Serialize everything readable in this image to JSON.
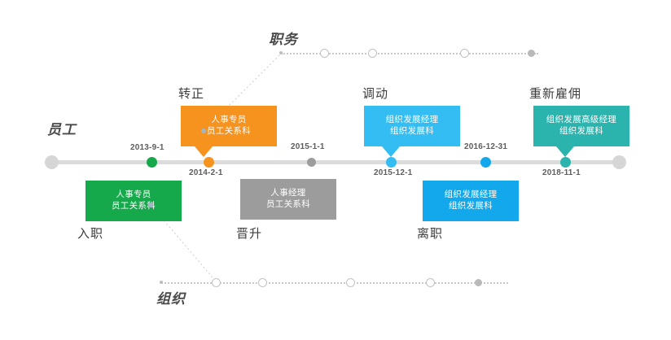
{
  "diagram": {
    "title": "Employee career timeline",
    "background": "#ffffff"
  },
  "axes": [
    {
      "key": "position",
      "label": "职务",
      "node_count": 4
    },
    {
      "key": "organization",
      "label": "组织",
      "node_count": 4
    }
  ],
  "main_axis": {
    "label": "员工"
  },
  "colors": {
    "green": "#16A94B",
    "orange": "#F6921E",
    "gray": "#9C9C9C",
    "light_blue": "#33BDF2",
    "blue": "#12A8EB",
    "teal": "#2BB3AD",
    "line": "#DCDCDC",
    "cap": "#D6D6D6",
    "dotted": "#C9C9C9",
    "text_dark": "#3D3D3D",
    "date": "#5C5C5C"
  },
  "events": [
    {
      "id": "onboard",
      "stage": "入职",
      "date": "2013-9-1",
      "position": "人事专员",
      "organization": "员工关系科",
      "color": "#16A94B",
      "side": "below",
      "has_connector": true
    },
    {
      "id": "regularize",
      "stage": "转正",
      "date": "2014-2-1",
      "position": "人事专员",
      "organization": "员工关系科",
      "color": "#F6921E",
      "side": "above",
      "has_connector": true
    },
    {
      "id": "promotion",
      "stage": "晋升",
      "date": "2015-1-1",
      "position": "人事经理",
      "organization": "员工关系科",
      "color": "#9C9C9C",
      "side": "below",
      "has_connector": false
    },
    {
      "id": "transfer",
      "stage": "调动",
      "date": "2015-12-1",
      "position": "组织发展经理",
      "organization": "组织发展科",
      "color": "#33BDF2",
      "side": "above",
      "has_connector": false
    },
    {
      "id": "resign",
      "stage": "离职",
      "date": "2016-12-31",
      "position": "组织发展经理",
      "organization": "组织发展科",
      "color": "#12A8EB",
      "side": "below",
      "has_connector": false
    },
    {
      "id": "rehire",
      "stage": "重新雇佣",
      "date": "2018-11-1",
      "position": "组织发展高级经理",
      "organization": "组织发展科",
      "color": "#2BB3AD",
      "side": "above",
      "has_connector": false
    }
  ]
}
